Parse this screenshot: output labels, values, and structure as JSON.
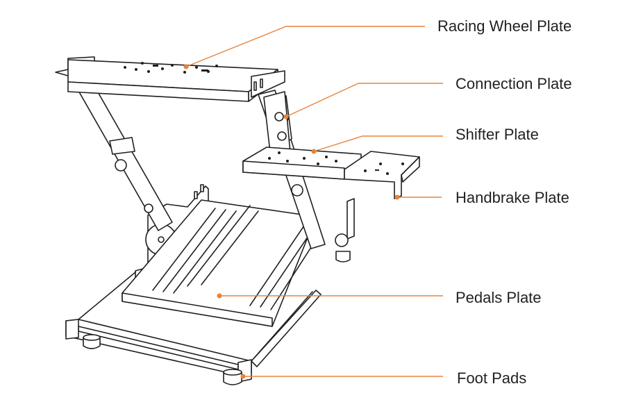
{
  "colors": {
    "line": "#1f1f1f",
    "leader": "#e8833a",
    "text": "#231f20",
    "fill": "#ffffff"
  },
  "labels": {
    "racing_wheel_plate": "Racing Wheel Plate",
    "connection_plate": "Connection Plate",
    "shifter_plate": "Shifter Plate",
    "handbrake_plate": "Handbrake Plate",
    "pedals_plate": "Pedals Plate",
    "foot_pads": "Foot Pads"
  }
}
